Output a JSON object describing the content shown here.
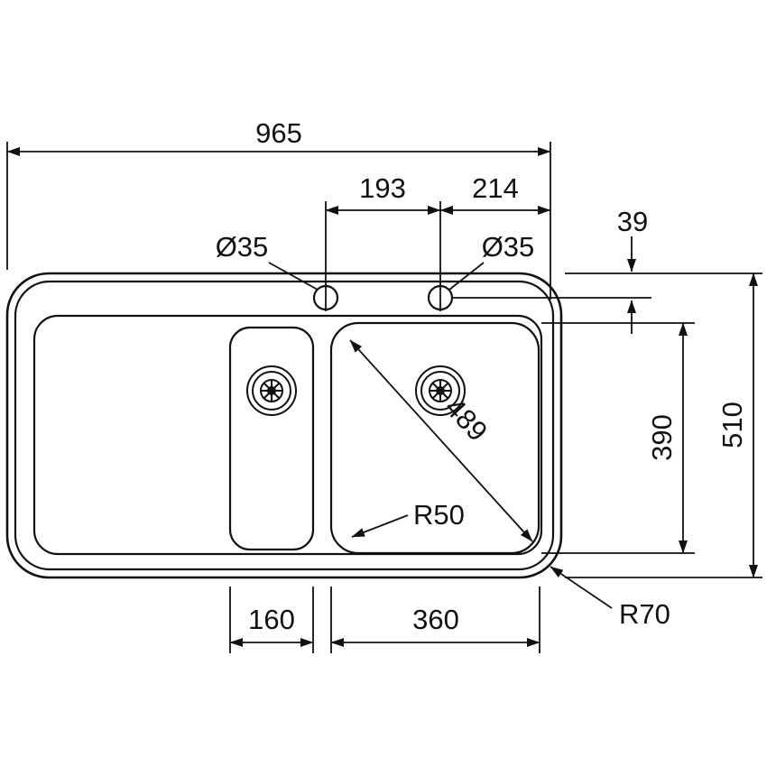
{
  "diagram": {
    "type": "technical-drawing",
    "subject": "double-bowl inset kitchen sink, top view with dimensions",
    "units": "mm",
    "dimensions": {
      "overall_width": "965",
      "tap_spacing_left": "193",
      "tap_spacing_right": "214",
      "tap_hole_left_diameter": "Ø35",
      "tap_hole_right_diameter": "Ø35",
      "tap_centerline_offset": "39",
      "overall_depth": "510",
      "bowl_depth": "390",
      "bowl_diagonal": "489",
      "bowl_corner_radius": "R50",
      "outer_corner_radius": "R70",
      "small_bowl_width": "160",
      "main_bowl_width": "360"
    },
    "colors": {
      "line": "#111111",
      "background": "#ffffff"
    }
  }
}
